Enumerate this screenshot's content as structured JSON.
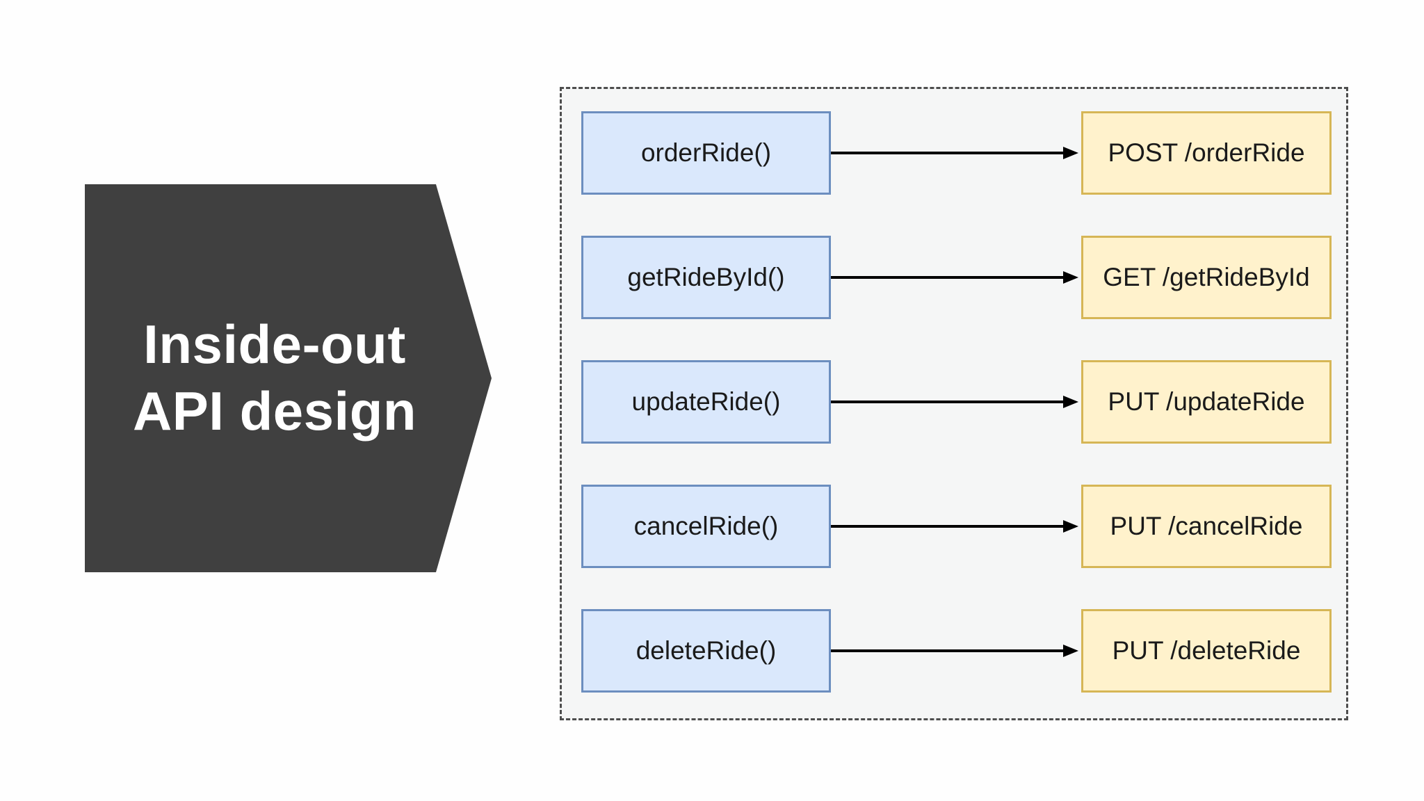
{
  "banner": {
    "line1": "Inside-out",
    "line2": "API design"
  },
  "colors": {
    "page_bg": "#fefefe",
    "banner_fill": "#404040",
    "banner_text": "#ffffff",
    "container_fill": "#f5f6f6",
    "container_border": "#4d4d4d",
    "function_fill": "#dae8fc",
    "function_border": "#6c8ebf",
    "endpoint_fill": "#fff2cc",
    "endpoint_border": "#d6b656",
    "arrow": "#000000"
  },
  "mapping_rows": [
    {
      "function_label": "orderRide()",
      "endpoint_label": "POST /orderRide"
    },
    {
      "function_label": "getRideById()",
      "endpoint_label": "GET /getRideById"
    },
    {
      "function_label": "updateRide()",
      "endpoint_label": "PUT /updateRide"
    },
    {
      "function_label": "cancelRide()",
      "endpoint_label": "PUT /cancelRide"
    },
    {
      "function_label": "deleteRide()",
      "endpoint_label": "PUT /deleteRide"
    }
  ]
}
